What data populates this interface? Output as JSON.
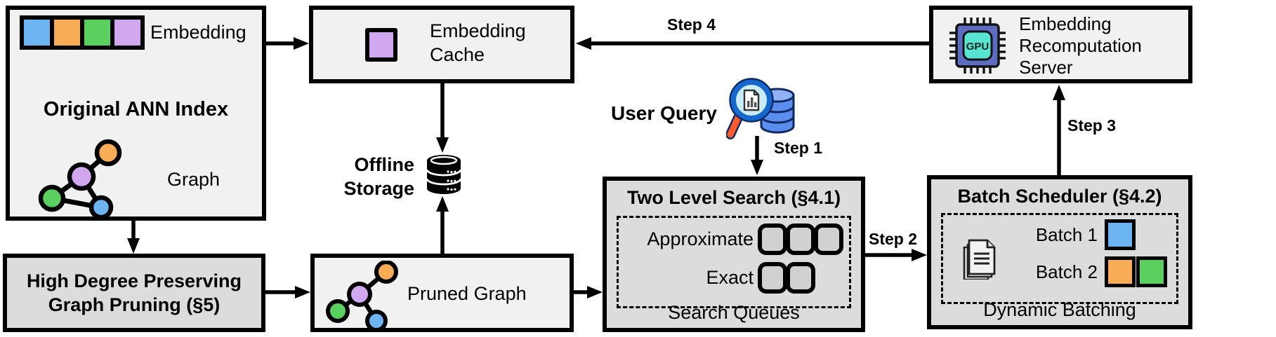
{
  "figure": {
    "name": "ANN index embedding recomputation system architecture"
  },
  "colors": {
    "blue": "#6db4f3",
    "orange": "#f8ac55",
    "green": "#5ad05e",
    "purple": "#d1a7f0",
    "box_light": "#f1f1f1",
    "box_dark": "#dcdcdc",
    "slot_gray": "#d1d1d1",
    "chip_body": "#5d6cc0",
    "chip_screen": "#58e3d2",
    "magnifier_ring": "#1668cf",
    "magnifier_lens": "#c9ecf9",
    "handle_orange": "#ff5c2e",
    "db_blue": "#5b8def",
    "db_blue_top": "#8fb1f5",
    "arrow_black": "#000000"
  },
  "icons": {
    "embedding_vector": "embedding-vector-icon",
    "graph": "graph-icon",
    "pruned_graph": "pruned-graph-icon",
    "cached_embedding": "cached-embedding-square-icon",
    "database": "database-icon",
    "query_magnifier": "magnifier-database-icon",
    "gpu_chip": "gpu-chip-icon",
    "documents": "documents-icon"
  },
  "original_index": {
    "title": "Original ANN Index",
    "embedding_label": "Embedding",
    "graph_label": "Graph"
  },
  "embedding_cache": {
    "line1": "Embedding",
    "line2": "Cache"
  },
  "offline_storage": {
    "line1": "Offline",
    "line2": "Storage"
  },
  "user_query": {
    "label": "User Query"
  },
  "two_level_search": {
    "title": "Two Level Search (§4.1)",
    "approximate_label": "Approximate",
    "exact_label": "Exact",
    "caption": "Search Queues",
    "approximate_slots": 3,
    "exact_slots": 2
  },
  "batch_scheduler": {
    "title": "Batch Scheduler (§4.2)",
    "batch1_label": "Batch 1",
    "batch2_label": "Batch 2",
    "caption": "Dynamic Batching"
  },
  "recomputation_server": {
    "line1": "Embedding",
    "line2": "Recomputation",
    "line3": "Server",
    "chip_label": "GPU"
  },
  "graph_pruning": {
    "line1": "High Degree Preserving",
    "line2": "Graph Pruning (§5)"
  },
  "pruned_graph": {
    "label": "Pruned Graph"
  },
  "steps": {
    "s1": "Step 1",
    "s2": "Step 2",
    "s3": "Step 3",
    "s4": "Step 4"
  }
}
